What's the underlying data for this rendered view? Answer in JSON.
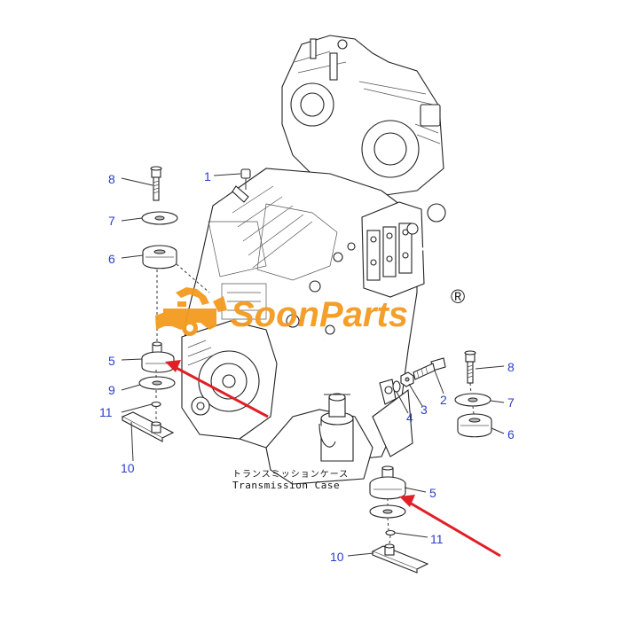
{
  "caption": {
    "japanese": "トランスミッションケース",
    "english": "Transmission Case"
  },
  "watermark": {
    "brand": "SoonParts",
    "registered_mark": "®",
    "brand_color": "#f39a1e"
  },
  "callouts": [
    {
      "id": "c8-left",
      "label": "8"
    },
    {
      "id": "c7-left",
      "label": "7"
    },
    {
      "id": "c6-left",
      "label": "6"
    },
    {
      "id": "c1",
      "label": "1"
    },
    {
      "id": "c5-left",
      "label": "5"
    },
    {
      "id": "c9",
      "label": "9"
    },
    {
      "id": "c11-left",
      "label": "11"
    },
    {
      "id": "c10-left",
      "label": "10"
    },
    {
      "id": "c8-right",
      "label": "8"
    },
    {
      "id": "c7-right",
      "label": "7"
    },
    {
      "id": "c6-right",
      "label": "6"
    },
    {
      "id": "c2",
      "label": "2"
    },
    {
      "id": "c3",
      "label": "3"
    },
    {
      "id": "c4",
      "label": "4"
    },
    {
      "id": "c5-right",
      "label": "5"
    },
    {
      "id": "c11-right",
      "label": "11"
    },
    {
      "id": "c10-right",
      "label": "10"
    }
  ],
  "colors": {
    "callout_text": "#2b3fc7",
    "arrow": "#e01f26",
    "line_art": "#222222"
  },
  "icons": {
    "logo_symbol": "gear-excavator-icon"
  }
}
